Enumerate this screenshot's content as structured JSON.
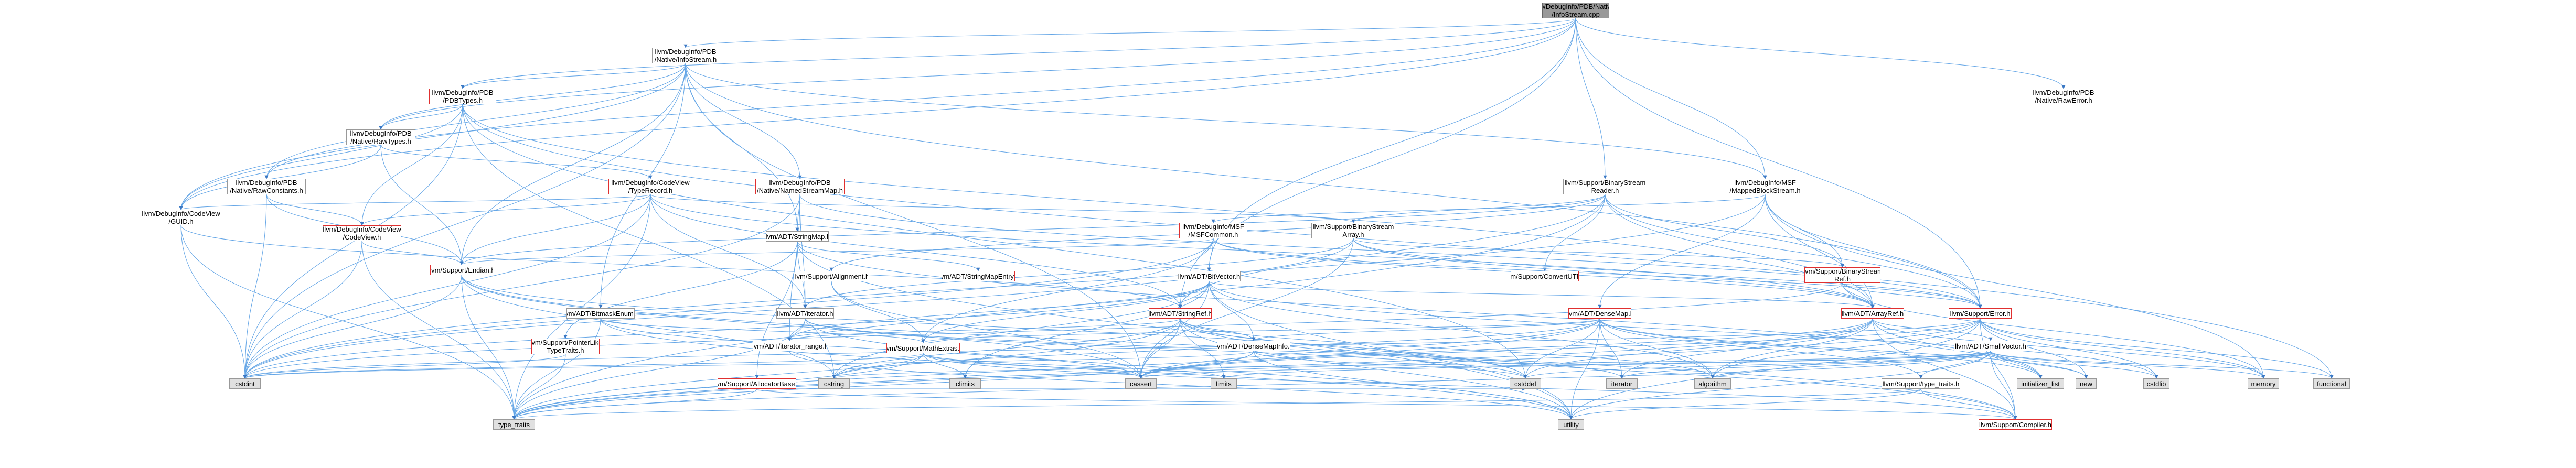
{
  "graph": {
    "colors": {
      "edge": "#63a5e6",
      "arrow": "#3a78c4",
      "red_border": "#e03030",
      "grey_fill": "#e0e0e0",
      "root_fill": "#999999"
    },
    "nodes": [
      {
        "id": "root",
        "label": "lib/DebugInfo/PDB/Native\n/InfoStream.cpp",
        "style": "root"
      },
      {
        "id": "infostream",
        "label": "llvm/DebugInfo/PDB\n/Native/InfoStream.h",
        "style": "normal"
      },
      {
        "id": "rawerror",
        "label": "llvm/DebugInfo/PDB\n/Native/RawError.h",
        "style": "normal"
      },
      {
        "id": "pdbtypes",
        "label": "llvm/DebugInfo/PDB\n/PDBTypes.h",
        "style": "red"
      },
      {
        "id": "rawtypes",
        "label": "llvm/DebugInfo/PDB\n/Native/RawTypes.h",
        "style": "normal"
      },
      {
        "id": "rawconstants",
        "label": "llvm/DebugInfo/PDB\n/Native/RawConstants.h",
        "style": "normal"
      },
      {
        "id": "cvtyperecord",
        "label": "llvm/DebugInfo/CodeView\n/TypeRecord.h",
        "style": "red"
      },
      {
        "id": "namedstreammap",
        "label": "llvm/DebugInfo/PDB\n/Native/NamedStreamMap.h",
        "style": "red"
      },
      {
        "id": "guid",
        "label": "llvm/DebugInfo/CodeView\n/GUID.h",
        "style": "normal"
      },
      {
        "id": "codeview",
        "label": "llvm/DebugInfo/CodeView\n/CodeView.h",
        "style": "red"
      },
      {
        "id": "stringmap",
        "label": "llvm/ADT/StringMap.h",
        "style": "normal"
      },
      {
        "id": "binarystreamreader",
        "label": "llvm/Support/BinaryStream\nReader.h",
        "style": "normal"
      },
      {
        "id": "mappedblockstream",
        "label": "llvm/DebugInfo/MSF\n/MappedBlockStream.h",
        "style": "red"
      },
      {
        "id": "msfcommon",
        "label": "llvm/DebugInfo/MSF\n/MSFCommon.h",
        "style": "red"
      },
      {
        "id": "binarystreamarray",
        "label": "llvm/Support/BinaryStream\nArray.h",
        "style": "normal"
      },
      {
        "id": "endian",
        "label": "llvm/Support/Endian.h",
        "style": "red"
      },
      {
        "id": "alignment",
        "label": "llvm/Support/Alignment.h",
        "style": "red"
      },
      {
        "id": "stringmapentry",
        "label": "llvm/ADT/StringMapEntry.h",
        "style": "red"
      },
      {
        "id": "bitvector",
        "label": "llvm/ADT/BitVector.h",
        "style": "normal"
      },
      {
        "id": "convertutf",
        "label": "llvm/Support/ConvertUTF.h",
        "style": "red"
      },
      {
        "id": "binarystreamref",
        "label": "llvm/Support/BinaryStream\nRef.h",
        "style": "red"
      },
      {
        "id": "bitmaskenum",
        "label": "llvm/ADT/BitmaskEnum.h",
        "style": "normal"
      },
      {
        "id": "pointerliketypetraits",
        "label": "llvm/Support/PointerLike\nTypeTraits.h",
        "style": "red"
      },
      {
        "id": "iterator",
        "label": "llvm/ADT/iterator.h",
        "style": "normal"
      },
      {
        "id": "stringref",
        "label": "llvm/ADT/StringRef.h",
        "style": "red"
      },
      {
        "id": "densemap",
        "label": "llvm/ADT/DenseMap.h",
        "style": "red"
      },
      {
        "id": "arrayref",
        "label": "llvm/ADT/ArrayRef.h",
        "style": "red"
      },
      {
        "id": "error",
        "label": "llvm/Support/Error.h",
        "style": "red"
      },
      {
        "id": "iterator_range",
        "label": "llvm/ADT/iterator_range.h",
        "style": "normal"
      },
      {
        "id": "mathextras",
        "label": "llvm/Support/MathExtras.h",
        "style": "red"
      },
      {
        "id": "densemapinfo",
        "label": "llvm/ADT/DenseMapInfo.h",
        "style": "red"
      },
      {
        "id": "smallvector",
        "label": "llvm/ADT/SmallVector.h",
        "style": "normal"
      },
      {
        "id": "allocatorbase",
        "label": "llvm/Support/AllocatorBase.h",
        "style": "red"
      },
      {
        "id": "support_type_traits",
        "label": "llvm/Support/type_traits.h",
        "style": "normal"
      },
      {
        "id": "compiler",
        "label": "llvm/Support/Compiler.h",
        "style": "red"
      },
      {
        "id": "cstdint",
        "label": "cstdint",
        "style": "grey"
      },
      {
        "id": "cstring",
        "label": "cstring",
        "style": "grey"
      },
      {
        "id": "climits",
        "label": "climits",
        "style": "grey"
      },
      {
        "id": "cassert",
        "label": "cassert",
        "style": "grey"
      },
      {
        "id": "limits",
        "label": "limits",
        "style": "grey"
      },
      {
        "id": "cstddef",
        "label": "cstddef",
        "style": "grey"
      },
      {
        "id": "iterator_std",
        "label": "iterator",
        "style": "grey"
      },
      {
        "id": "algorithm",
        "label": "algorithm",
        "style": "grey"
      },
      {
        "id": "initializer_list",
        "label": "initializer_list",
        "style": "grey"
      },
      {
        "id": "new",
        "label": "new",
        "style": "grey"
      },
      {
        "id": "cstdlib",
        "label": "cstdlib",
        "style": "grey"
      },
      {
        "id": "memory",
        "label": "memory",
        "style": "grey"
      },
      {
        "id": "functional",
        "label": "functional",
        "style": "grey"
      },
      {
        "id": "type_traits",
        "label": "type_traits",
        "style": "grey"
      },
      {
        "id": "utility",
        "label": "utility",
        "style": "grey"
      }
    ],
    "edges": [
      [
        "root",
        "infostream"
      ],
      [
        "root",
        "rawerror"
      ],
      [
        "root",
        "binarystreamreader"
      ],
      [
        "root",
        "error"
      ],
      [
        "root",
        "mappedblockstream"
      ],
      [
        "root",
        "pdbtypes"
      ],
      [
        "root",
        "rawconstants"
      ],
      [
        "root",
        "rawtypes"
      ],
      [
        "root",
        "guid"
      ],
      [
        "root",
        "bitvector"
      ],
      [
        "root",
        "stringref"
      ],
      [
        "infostream",
        "pdbtypes"
      ],
      [
        "infostream",
        "rawconstants"
      ],
      [
        "infostream",
        "namedstreammap"
      ],
      [
        "infostream",
        "stringmap"
      ],
      [
        "infostream",
        "bitmaskenum"
      ],
      [
        "infostream",
        "guid"
      ],
      [
        "infostream",
        "endian"
      ],
      [
        "infostream",
        "error"
      ],
      [
        "infostream",
        "mappedblockstream"
      ],
      [
        "infostream",
        "cstdint"
      ],
      [
        "infostream",
        "cassert"
      ],
      [
        "infostream",
        "rawtypes"
      ],
      [
        "pdbtypes",
        "rawtypes"
      ],
      [
        "pdbtypes",
        "codeview"
      ],
      [
        "pdbtypes",
        "arrayref"
      ],
      [
        "pdbtypes",
        "cstddef"
      ],
      [
        "pdbtypes",
        "cstdint"
      ],
      [
        "pdbtypes",
        "cstring"
      ],
      [
        "pdbtypes",
        "functional"
      ],
      [
        "pdbtypes",
        "guid"
      ],
      [
        "rawtypes",
        "cvtyperecord"
      ],
      [
        "rawtypes",
        "guid"
      ],
      [
        "rawtypes",
        "endian"
      ],
      [
        "rawconstants",
        "codeview"
      ],
      [
        "rawconstants",
        "endian"
      ],
      [
        "rawconstants",
        "cstdint"
      ],
      [
        "cvtyperecord",
        "arrayref"
      ],
      [
        "cvtyperecord",
        "stringref"
      ],
      [
        "cvtyperecord",
        "codeview"
      ],
      [
        "cvtyperecord",
        "guid"
      ],
      [
        "cvtyperecord",
        "endian"
      ],
      [
        "cvtyperecord",
        "cstdint"
      ],
      [
        "cvtyperecord",
        "iterator"
      ],
      [
        "cvtyperecord",
        "binarystreamarray"
      ],
      [
        "cvtyperecord",
        "type_traits"
      ],
      [
        "namedstreammap",
        "stringmap"
      ],
      [
        "namedstreammap",
        "iterator"
      ],
      [
        "namedstreammap",
        "iterator_range"
      ],
      [
        "namedstreammap",
        "error"
      ],
      [
        "namedstreammap",
        "cstdint"
      ],
      [
        "guid",
        "cstdint"
      ],
      [
        "guid",
        "stringref"
      ],
      [
        "guid",
        "type_traits"
      ],
      [
        "codeview",
        "endian"
      ],
      [
        "codeview",
        "cstdint"
      ],
      [
        "codeview",
        "type_traits"
      ],
      [
        "stringmap",
        "stringmapentry"
      ],
      [
        "stringmap",
        "allocatorbase"
      ],
      [
        "stringmap",
        "pointerliketypetraits"
      ],
      [
        "stringmap",
        "iterator"
      ],
      [
        "stringmap",
        "initializer_list"
      ],
      [
        "stringmap",
        "utility"
      ],
      [
        "binarystreamreader",
        "arrayref"
      ],
      [
        "binarystreamreader",
        "stringref"
      ],
      [
        "binarystreamreader",
        "alignment"
      ],
      [
        "binarystreamreader",
        "binarystreamarray"
      ],
      [
        "binarystreamreader",
        "binarystreamref"
      ],
      [
        "binarystreamreader",
        "convertutf"
      ],
      [
        "binarystreamreader",
        "endian"
      ],
      [
        "binarystreamreader",
        "error"
      ],
      [
        "binarystreamreader",
        "type_traits"
      ],
      [
        "mappedblockstream",
        "arrayref"
      ],
      [
        "mappedblockstream",
        "densemap"
      ],
      [
        "mappedblockstream",
        "msfcommon"
      ],
      [
        "mappedblockstream",
        "binarystreamref"
      ],
      [
        "mappedblockstream",
        "error"
      ],
      [
        "mappedblockstream",
        "cstdint"
      ],
      [
        "mappedblockstream",
        "memory"
      ],
      [
        "mappedblockstream",
        "vector"
      ],
      [
        "msfcommon",
        "arrayref"
      ],
      [
        "msfcommon",
        "bitvector"
      ],
      [
        "msfcommon",
        "endian"
      ],
      [
        "msfcommon",
        "error"
      ],
      [
        "msfcommon",
        "mathextras"
      ],
      [
        "msfcommon",
        "cstdint"
      ],
      [
        "binarystreamarray",
        "arrayref"
      ],
      [
        "binarystreamarray",
        "iterator"
      ],
      [
        "binarystreamarray",
        "binarystreamref"
      ],
      [
        "binarystreamarray",
        "error"
      ],
      [
        "binarystreamarray",
        "cassert"
      ],
      [
        "binarystreamarray",
        "cstdint"
      ],
      [
        "endian",
        "compiler"
      ],
      [
        "endian",
        "cassert"
      ],
      [
        "endian",
        "cstddef"
      ],
      [
        "endian",
        "cstdint"
      ],
      [
        "endian",
        "cstring"
      ],
      [
        "endian",
        "type_traits"
      ],
      [
        "alignment",
        "mathextras"
      ],
      [
        "alignment",
        "cassert"
      ],
      [
        "bitvector",
        "arrayref"
      ],
      [
        "bitvector",
        "densemapinfo"
      ],
      [
        "bitvector",
        "iterator_range"
      ],
      [
        "bitvector",
        "mathextras"
      ],
      [
        "bitvector",
        "algorithm"
      ],
      [
        "bitvector",
        "cassert"
      ],
      [
        "bitvector",
        "climits"
      ],
      [
        "bitvector",
        "cstdint"
      ],
      [
        "bitvector",
        "cstdlib"
      ],
      [
        "bitvector",
        "cstring"
      ],
      [
        "bitvector",
        "utility"
      ],
      [
        "binarystreamref",
        "arrayref"
      ],
      [
        "binarystreamref",
        "error"
      ],
      [
        "binarystreamref",
        "cstdint"
      ],
      [
        "binarystreamref",
        "memory"
      ],
      [
        "bitmaskenum",
        "mathextras"
      ],
      [
        "bitmaskenum",
        "cassert"
      ],
      [
        "bitmaskenum",
        "type_traits"
      ],
      [
        "bitmaskenum",
        "utility"
      ],
      [
        "pointerliketypetraits",
        "type_traits"
      ],
      [
        "pointerliketypetraits",
        "cstdint"
      ],
      [
        "iterator",
        "iterator_range"
      ],
      [
        "iterator",
        "cstddef"
      ],
      [
        "iterator",
        "iterator_std"
      ],
      [
        "iterator",
        "type_traits"
      ],
      [
        "iterator",
        "utility"
      ],
      [
        "stringref",
        "densemapinfo"
      ],
      [
        "stringref",
        "iterator_range"
      ],
      [
        "stringref",
        "compiler"
      ],
      [
        "stringref",
        "algorithm"
      ],
      [
        "stringref",
        "cassert"
      ],
      [
        "stringref",
        "cstddef"
      ],
      [
        "stringref",
        "cstring"
      ],
      [
        "stringref",
        "limits"
      ],
      [
        "stringref",
        "type_traits"
      ],
      [
        "stringref",
        "utility"
      ],
      [
        "densemap",
        "densemapinfo"
      ],
      [
        "densemap",
        "mathextras"
      ],
      [
        "densemap",
        "support_type_traits"
      ],
      [
        "densemap",
        "algorithm"
      ],
      [
        "densemap",
        "cassert"
      ],
      [
        "densemap",
        "cstddef"
      ],
      [
        "densemap",
        "cstring"
      ],
      [
        "densemap",
        "initializer_list"
      ],
      [
        "densemap",
        "iterator_std"
      ],
      [
        "densemap",
        "new"
      ],
      [
        "densemap",
        "type_traits"
      ],
      [
        "densemap",
        "utility"
      ],
      [
        "arrayref",
        "smallvector"
      ],
      [
        "arrayref",
        "compiler"
      ],
      [
        "arrayref",
        "algorithm"
      ],
      [
        "arrayref",
        "cassert"
      ],
      [
        "arrayref",
        "cstddef"
      ],
      [
        "arrayref",
        "initializer_list"
      ],
      [
        "arrayref",
        "iterator_std"
      ],
      [
        "arrayref",
        "memory"
      ],
      [
        "arrayref",
        "type_traits"
      ],
      [
        "error",
        "compiler"
      ],
      [
        "error",
        "cassert"
      ],
      [
        "error",
        "cstdint"
      ],
      [
        "error",
        "cstdlib"
      ],
      [
        "error",
        "functional"
      ],
      [
        "error",
        "memory"
      ],
      [
        "error",
        "new"
      ],
      [
        "error",
        "type_traits"
      ],
      [
        "error",
        "utility"
      ],
      [
        "error",
        "algorithm"
      ],
      [
        "mathextras",
        "compiler"
      ],
      [
        "mathextras",
        "cassert"
      ],
      [
        "mathextras",
        "climits"
      ],
      [
        "mathextras",
        "cstdint"
      ],
      [
        "mathextras",
        "cstring"
      ],
      [
        "mathextras",
        "limits"
      ],
      [
        "mathextras",
        "type_traits"
      ],
      [
        "densemapinfo",
        "cassert"
      ],
      [
        "densemapinfo",
        "cstddef"
      ],
      [
        "densemapinfo",
        "cstdint"
      ],
      [
        "densemapinfo",
        "tuple"
      ],
      [
        "densemapinfo",
        "type_traits"
      ],
      [
        "densemapinfo",
        "utility"
      ],
      [
        "smallvector",
        "compiler"
      ],
      [
        "smallvector",
        "support_type_traits"
      ],
      [
        "smallvector",
        "algorithm"
      ],
      [
        "smallvector",
        "cassert"
      ],
      [
        "smallvector",
        "cstddef"
      ],
      [
        "smallvector",
        "cstdlib"
      ],
      [
        "smallvector",
        "cstring"
      ],
      [
        "smallvector",
        "functional"
      ],
      [
        "smallvector",
        "initializer_list"
      ],
      [
        "smallvector",
        "iterator_std"
      ],
      [
        "smallvector",
        "limits"
      ],
      [
        "smallvector",
        "memory"
      ],
      [
        "smallvector",
        "new"
      ],
      [
        "smallvector",
        "type_traits"
      ],
      [
        "smallvector",
        "utility"
      ],
      [
        "allocatorbase",
        "compiler"
      ],
      [
        "allocatorbase",
        "type_traits"
      ],
      [
        "allocatorbase",
        "cstddef"
      ],
      [
        "support_type_traits",
        "compiler"
      ],
      [
        "support_type_traits",
        "type_traits"
      ],
      [
        "support_type_traits",
        "utility"
      ],
      [
        "iterator_range",
        "utility"
      ]
    ]
  }
}
